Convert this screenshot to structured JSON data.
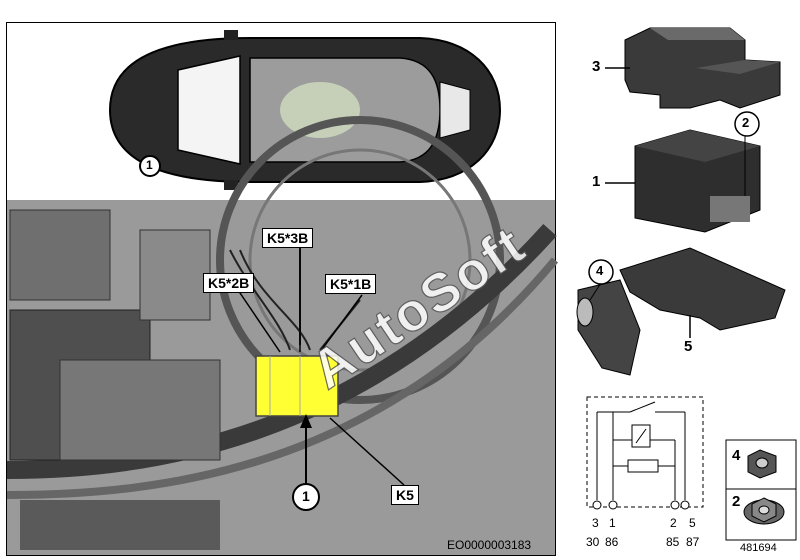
{
  "main_panel": {
    "labels": {
      "k5_3b": "K5*3B",
      "k5_2b": "K5*2B",
      "k5_1b": "K5*1B",
      "k5": "K5",
      "callout_1_bottom": "1",
      "callout_1_car": "1"
    },
    "ref_number": "EO0000003183",
    "watermark": "AutoSoft"
  },
  "parts": {
    "part_3": "3",
    "part_1": "1",
    "part_2": "2",
    "part_4": "4",
    "part_5": "5"
  },
  "relay_schematic": {
    "pins_top": [
      "3",
      "1",
      "2",
      "5"
    ],
    "pins_bottom": [
      "30",
      "86",
      "85",
      "87"
    ]
  },
  "hardware_box": {
    "item_4": "4",
    "item_2": "2"
  },
  "diagram_number": "481694",
  "colors": {
    "highlight": "#ffff33",
    "photo_bg": "#9a9a9a",
    "outline": "#000000"
  }
}
